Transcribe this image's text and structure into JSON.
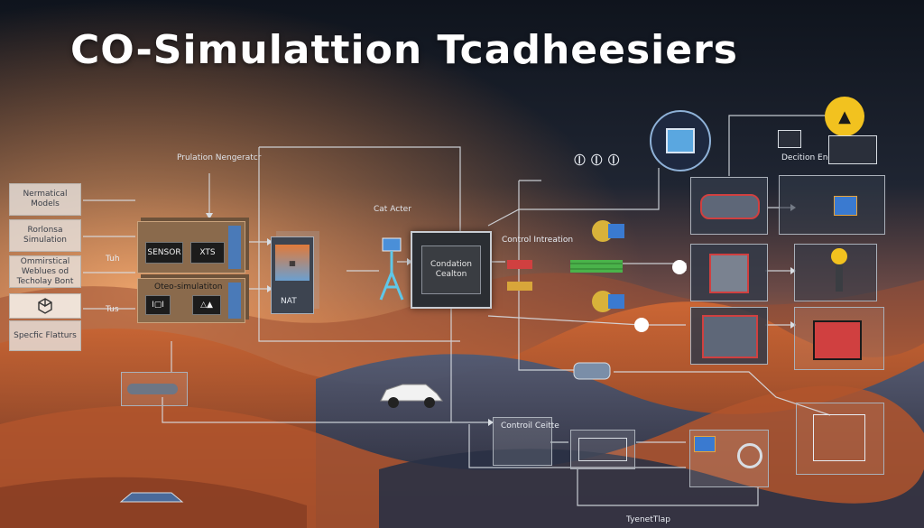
{
  "title": "CO-Simulattion Tcadheesiers",
  "sidebar": {
    "items": [
      {
        "label": "Nermatical Models"
      },
      {
        "label": "Rorlonsa Simulation"
      },
      {
        "label": "Ommirstical Weblues od Techolay Bont"
      },
      {
        "label": "Specfic Flatturs"
      }
    ]
  },
  "labels": {
    "prulation": "Prulation Nengeratcr",
    "cat_acter": "Cat Acter",
    "control_intreation": "Control Intreation",
    "decition": "Decition Engiresck",
    "controil": "Controil Ceitte",
    "tyenet": "TyenetTlap",
    "xts": "XTS",
    "oteo": "Oteo-simulatiton",
    "condation": "Condation Cealton",
    "sensor": "SENSOR",
    "nat": "NAT",
    "side_left_a": "Tuh",
    "side_left_b": "Tus"
  },
  "colors": {
    "accent_orange": "#e8743a",
    "accent_blue": "#5aa7e0",
    "line": "#d8dde3"
  }
}
